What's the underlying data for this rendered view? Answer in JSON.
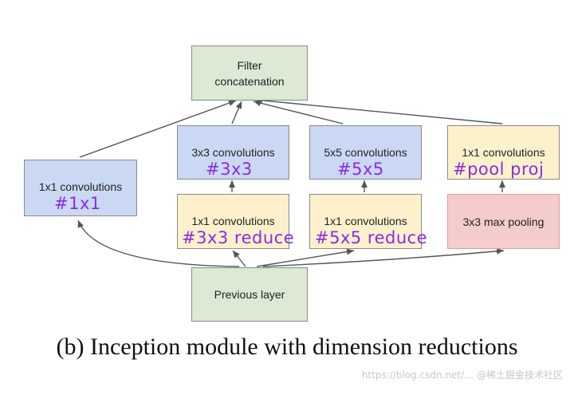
{
  "nodes": {
    "filter_concat": {
      "label": "Filter\nconcatenation"
    },
    "conv1x1": {
      "label": "1x1 convolutions",
      "tag": "#1x1"
    },
    "conv3x3": {
      "label": "3x3 convolutions",
      "tag": "#3x3"
    },
    "conv5x5": {
      "label": "5x5 convolutions",
      "tag": "#5x5"
    },
    "pool_proj": {
      "label": "1x1 convolutions",
      "tag": "#pool proj"
    },
    "reduce3x3": {
      "label": "1x1 convolutions",
      "tag": "#3x3 reduce"
    },
    "reduce5x5": {
      "label": "1x1 convolutions",
      "tag": "#5x5 reduce"
    },
    "maxpool": {
      "label": "3x3 max pooling"
    },
    "previous": {
      "label": "Previous layer"
    }
  },
  "caption": "(b) Inception module with dimension reductions",
  "watermark": "https://blog.csdn.net/… @稀土掘金技术社区",
  "colors": {
    "green": "#dbe9d5",
    "blue": "#cbd8f4",
    "yellow": "#fdf1cc",
    "pink": "#f4cccc",
    "annotation": "#8a2be2",
    "arrow": "#555555"
  }
}
